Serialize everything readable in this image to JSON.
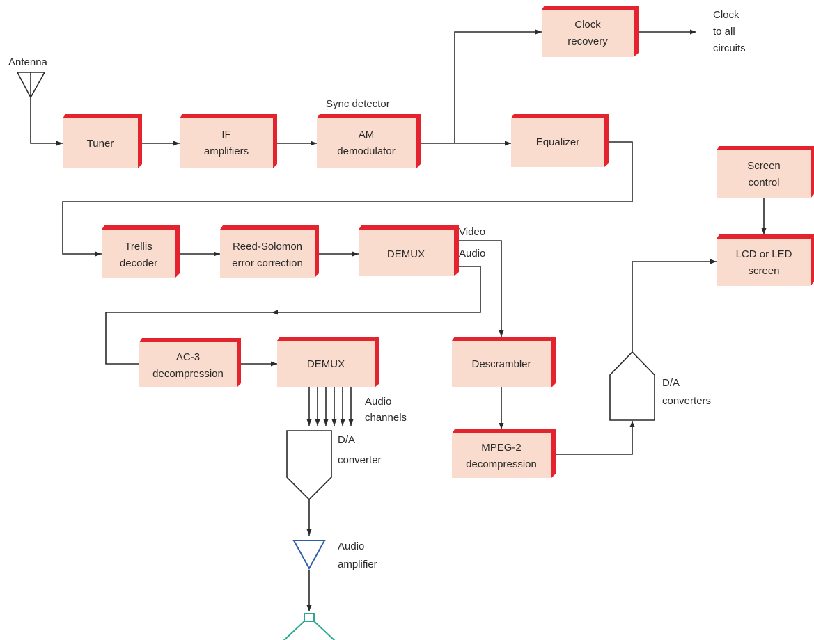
{
  "blocks": {
    "tuner": [
      "Tuner"
    ],
    "if_amplifiers": [
      "IF",
      "amplifiers"
    ],
    "am_demodulator": [
      "AM",
      "demodulator"
    ],
    "clock_recovery": [
      "Clock",
      "recovery"
    ],
    "equalizer": [
      "Equalizer"
    ],
    "trellis_decoder": [
      "Trellis",
      "decoder"
    ],
    "reed_solomon": [
      "Reed-Solomon",
      "error correction"
    ],
    "demux_main": [
      "DEMUX"
    ],
    "ac3_decompression": [
      "AC-3",
      "decompression"
    ],
    "demux_audio": [
      "DEMUX"
    ],
    "descrambler": [
      "Descrambler"
    ],
    "mpeg2_decompression": [
      "MPEG-2",
      "decompression"
    ],
    "screen_control": [
      "Screen",
      "control"
    ],
    "lcd_led_screen": [
      "LCD or LED",
      "screen"
    ]
  },
  "labels": {
    "antenna": "Antenna",
    "sync_detector": "Sync detector",
    "clock_to_all_circuits": [
      "Clock",
      "to all",
      "circuits"
    ],
    "video": "Video",
    "audio": "Audio",
    "audio_channels": [
      "Audio",
      "channels"
    ],
    "da_converter": [
      "D/A",
      "converter"
    ],
    "da_converters": [
      "D/A",
      "converters"
    ],
    "audio_amplifier": [
      "Audio",
      "amplifier"
    ]
  },
  "colors": {
    "block_fill": "#f9dccd",
    "block_edge": "#e3232e",
    "line": "#2a2a2a",
    "amplifier": "#2f5ea8",
    "speaker": "#2aa892"
  }
}
